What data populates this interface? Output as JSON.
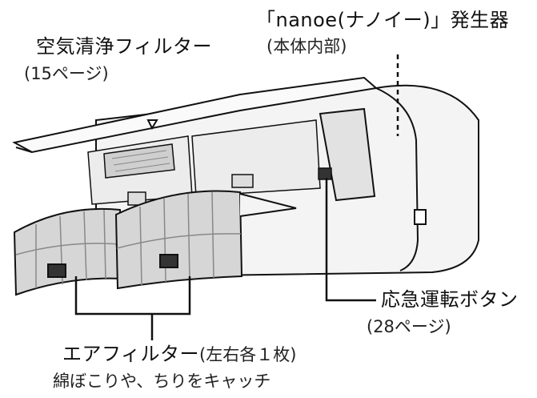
{
  "labels": {
    "nanoe": {
      "title": "「nanoe(ナノイー)」発生器",
      "note": "(本体内部)"
    },
    "air_purify": {
      "title": "空気清浄フィルター",
      "note": "(15ページ)"
    },
    "emergency": {
      "title": "応急運転ボタン",
      "note": "(28ページ)"
    },
    "air_filter": {
      "title": "エアフィルター",
      "count": "(左右各１枚)",
      "note": "綿ぼこりや、ちりをキャッチ"
    }
  },
  "colors": {
    "line": "#111111",
    "unit_fill": "#f4f4f4",
    "filter_fill": "#d6d6d6",
    "mesh": "#888888",
    "dark": "#333333"
  }
}
